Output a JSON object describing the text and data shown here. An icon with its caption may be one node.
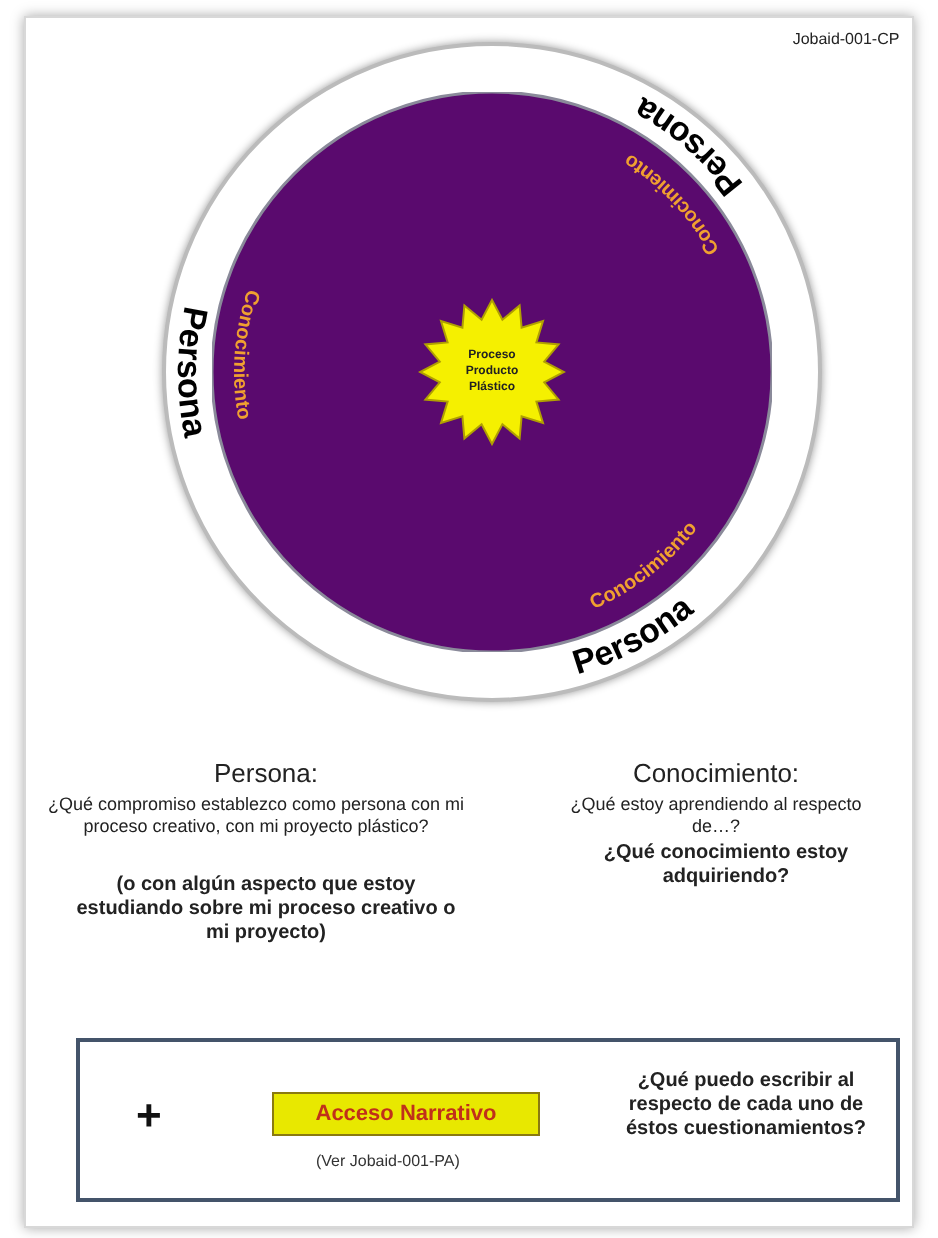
{
  "diagram": {
    "nodes": [
      {
        "text": [
          "Persona",
          "Persona",
          "Persona"
        ]
      },
      {
        "text": [
          "Conocimiento",
          "Conocimiento",
          "Conocimiento"
        ],
        "in": 0
      },
      {
        "text": [
          "Proceso",
          "Producto",
          "Plástico"
        ],
        "in": 1
      },
      {
        "text": [
          "+",
          "¿Qué puedo escribir al respecto de cada uno de éstos cuestionamientos?"
        ]
      },
      {
        "text": [
          "Acceso Narrativo"
        ],
        "in": 3,
        "beside": [
          "(Ver Jobaid-001-PA)"
        ]
      }
    ],
    "labels": [
      "Jobaid-001-CP",
      "Persona:",
      "¿Qué compromiso establezco como persona con mi proceso creativo, con mi proyecto plástico?",
      "(o con algún aspecto que estoy estudiando sobre mi proceso creativo o mi proyecto)",
      "Conocimiento:",
      "¿Qué estoy aprendiendo al respecto de…?",
      "¿Qué conocimiento estoy adquiriendo?"
    ]
  }
}
